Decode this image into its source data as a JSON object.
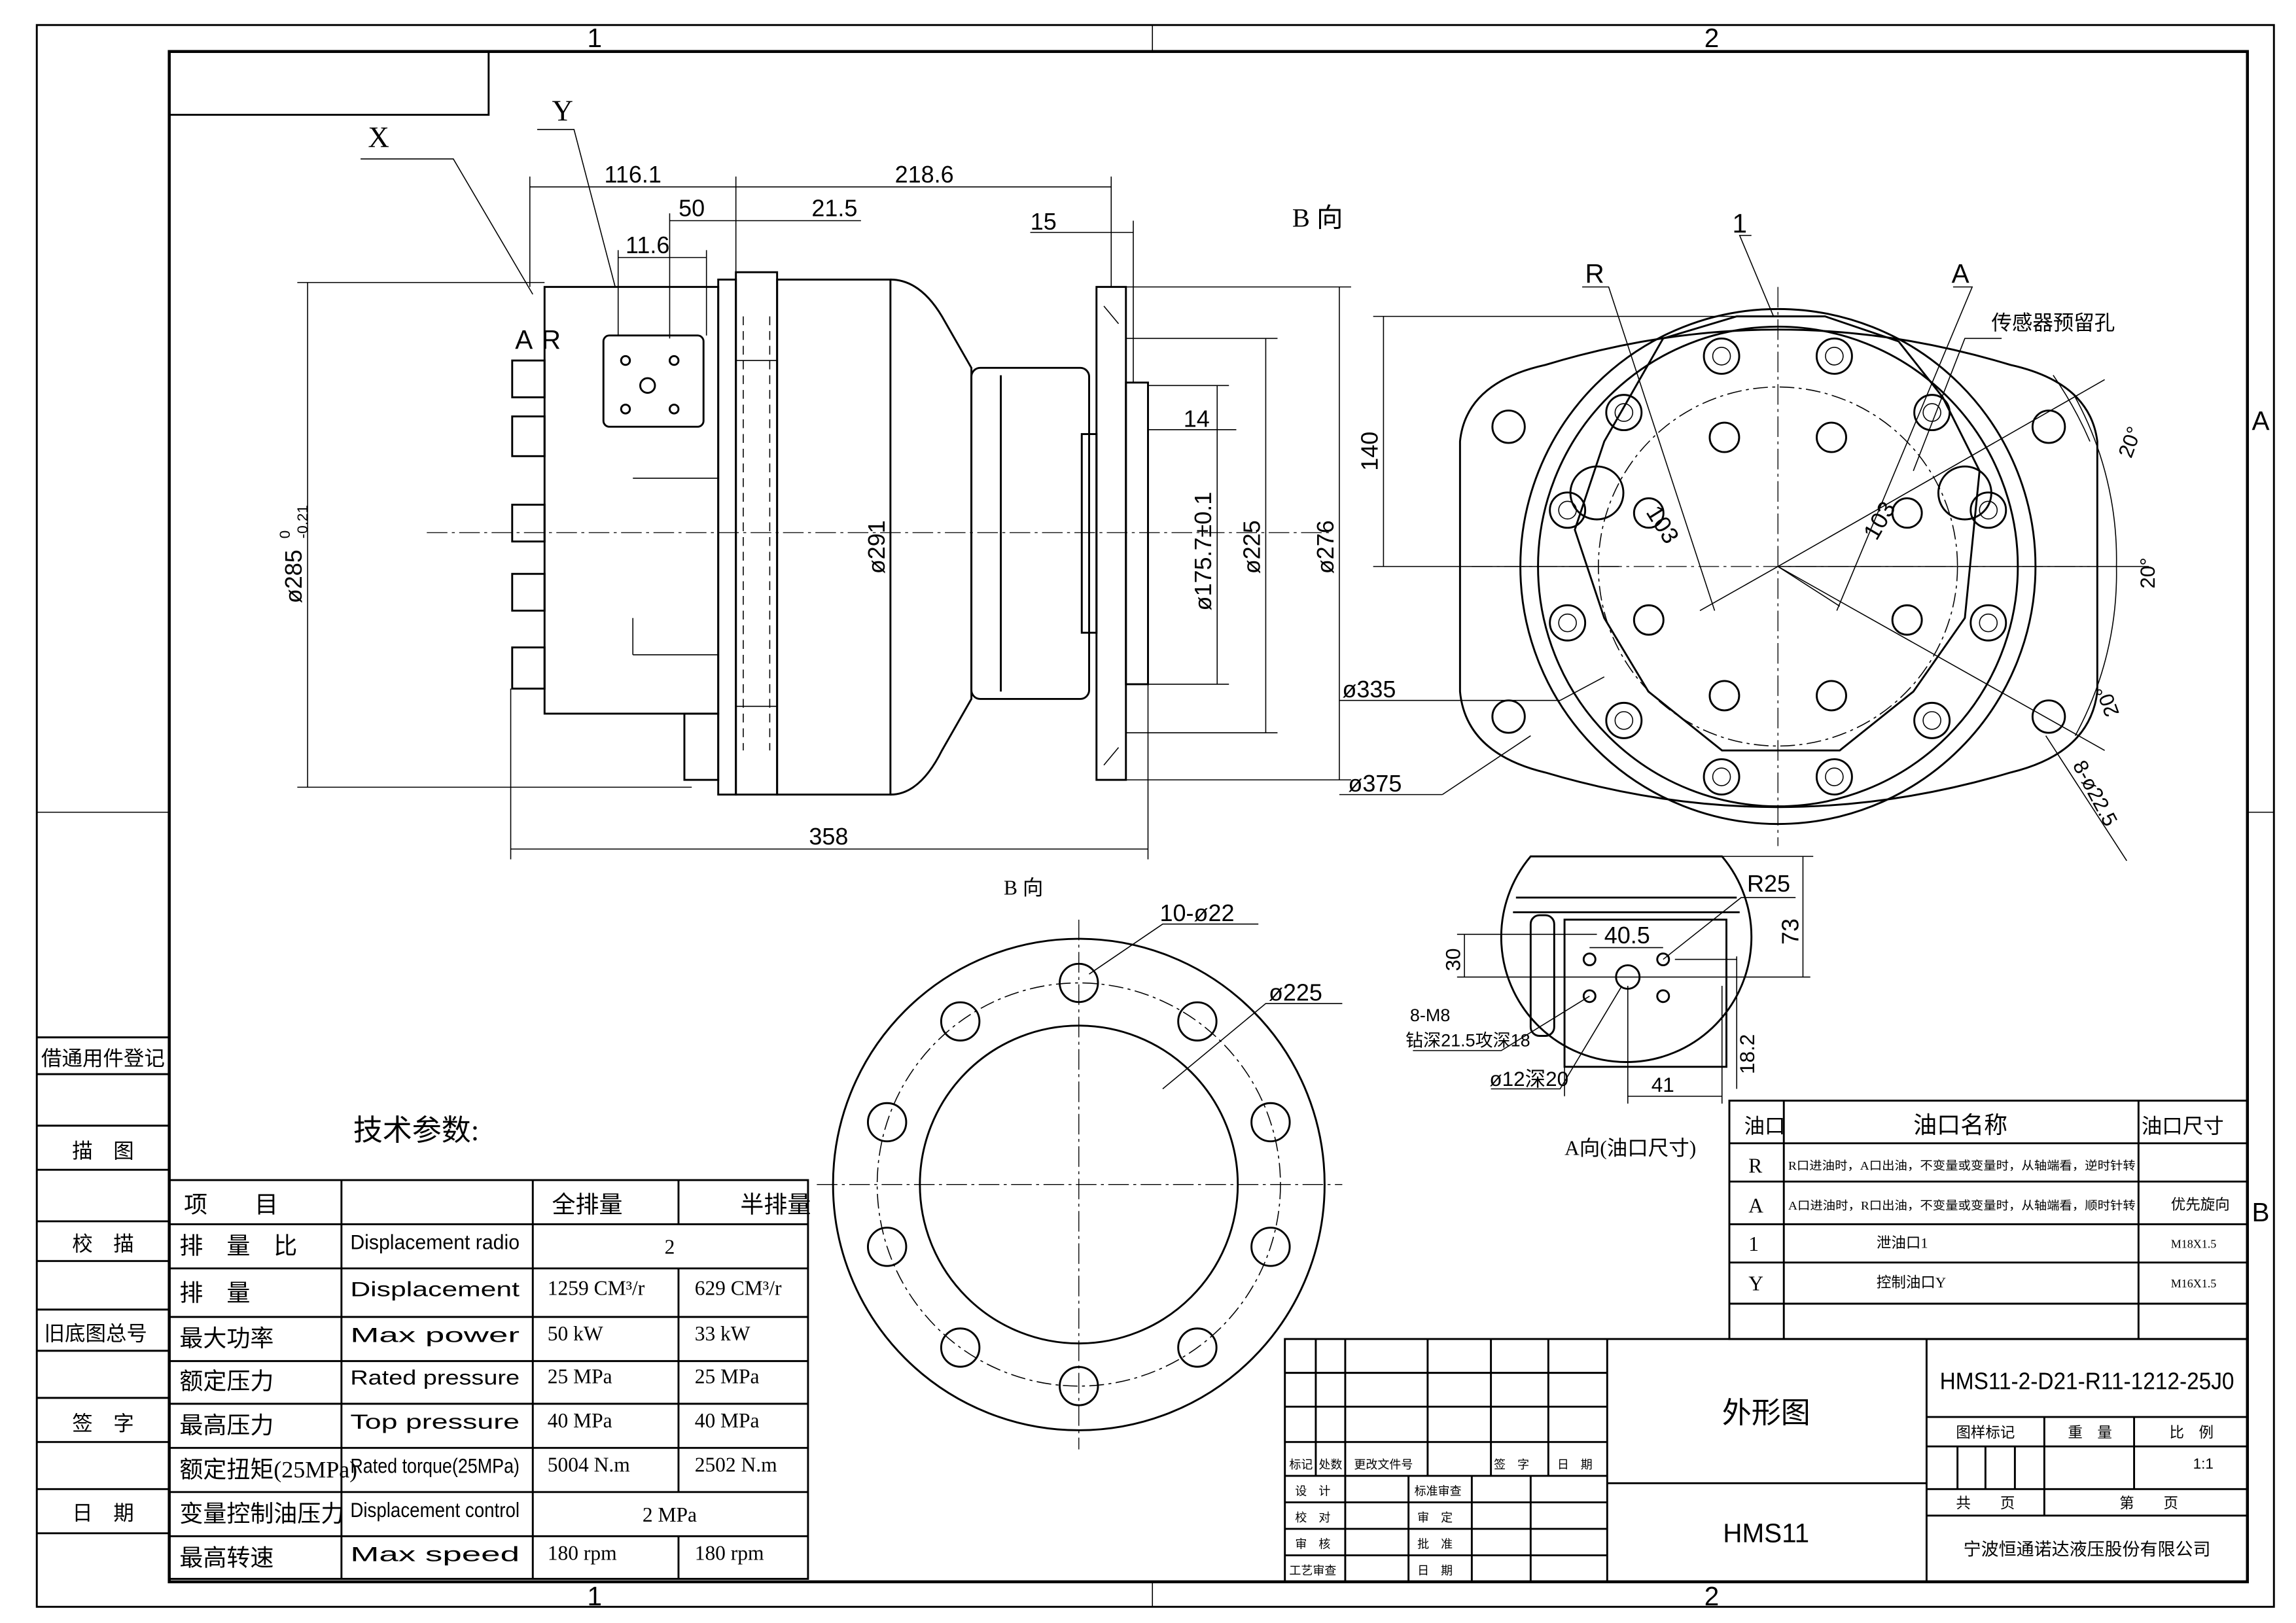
{
  "frame": {
    "zones_top": [
      "1",
      "2"
    ],
    "zones_bottom": [
      "1",
      "2"
    ],
    "zones_right": [
      "A",
      "B"
    ]
  },
  "left_strip": [
    "借通用件登记",
    "描　图",
    "校　描",
    "旧底图总号",
    "签　字",
    "日　期"
  ],
  "side_view": {
    "labels": {
      "x": "X",
      "y": "Y",
      "a": "A",
      "r": "R",
      "b_view": "B 向"
    },
    "dims": {
      "d116": "116.1",
      "d50": "50",
      "d21_5": "21.5",
      "d11_6": "11.6",
      "d218": "218.6",
      "d15": "15",
      "d14": "14",
      "d358": "358",
      "dia285": "ø285",
      "dia285_tol_up": "0",
      "dia285_tol_low": "-0.21",
      "dia291": "ø291",
      "dia175": "ø175.7±0.1",
      "dia225": "ø225",
      "dia276": "ø276"
    }
  },
  "front_view": {
    "labels": {
      "one": "1",
      "r": "R",
      "a": "A",
      "sensor": "传感器预留孔"
    },
    "dims": {
      "d140": "140",
      "d103a": "103",
      "d103b": "103",
      "ang1": "20°",
      "ang2": "20°",
      "ang3": "20°",
      "dia335": "ø335",
      "dia375": "ø375",
      "holes": "8-ø22.5"
    }
  },
  "b_view": {
    "title": "B 向",
    "holes": "10-ø22",
    "dia": "ø225",
    "hole_count": 10
  },
  "a_view": {
    "title": "A向(油口尺寸)",
    "dims": {
      "r25": "R25",
      "d40_5": "40.5",
      "d30": "30",
      "d73": "73",
      "m8": "8-M8",
      "drill": "钻深21.5攻深18",
      "dia12": "ø12深20",
      "d18_2": "18.2",
      "d41": "41"
    }
  },
  "tech": {
    "title": "技术参数:",
    "headers": [
      "项　　目",
      "",
      "全排量",
      "半排量"
    ],
    "rows": [
      {
        "cn": "排　量　比",
        "en": "Displacement radio",
        "full": "2",
        "half": null,
        "merged": true
      },
      {
        "cn": "排　量",
        "en": "Displacement",
        "full": "1259 CM³/r",
        "half": "629 CM³/r"
      },
      {
        "cn": "最大功率",
        "en": "Max power",
        "full": "50 kW",
        "half": "33 kW"
      },
      {
        "cn": "额定压力",
        "en": "Rated pressure",
        "full": "25 MPa",
        "half": "25 MPa"
      },
      {
        "cn": "最高压力",
        "en": "Top pressure",
        "full": "40 MPa",
        "half": "40 MPa"
      },
      {
        "cn": "额定扭矩(25MPa)",
        "en": "Rated torque(25MPa)",
        "full": "5004 N.m",
        "half": "2502 N.m"
      },
      {
        "cn": "变量控制油压力",
        "en": "Displacement control",
        "full": "2 MPa",
        "half": null,
        "merged": true
      },
      {
        "cn": "最高转速",
        "en": "Max speed",
        "full": "180 rpm",
        "half": "180 rpm"
      }
    ]
  },
  "ports": {
    "headers": [
      "油口",
      "油口名称",
      "油口尺寸"
    ],
    "rows": [
      {
        "port": "R",
        "name": "R口进油时，A口出油，不变量或变量时，从轴端看，逆时针转",
        "size": ""
      },
      {
        "port": "A",
        "name": "A口进油时，R口出油，不变量或变量时，从轴端看，顺时针转",
        "size": "优先旋向"
      },
      {
        "port": "1",
        "name": "泄油口1",
        "size": "M18X1.5"
      },
      {
        "port": "Y",
        "name": "控制油口Y",
        "size": "M16X1.5"
      }
    ]
  },
  "title_block": {
    "rev_headers": [
      "标记",
      "处数",
      "更改文件号",
      "签　字",
      "日　期"
    ],
    "sign_left": [
      "设　计",
      "校　对",
      "审　核",
      "工艺审查"
    ],
    "sign_right": [
      "标准审查",
      "审　定",
      "批　准",
      "日　期"
    ],
    "drawing_name": "外形图",
    "model": "HMS11",
    "part_number": "HMS11-2-D21-R11-1212-25J0",
    "marks_header": [
      "图样标记",
      "重　量",
      "比　例"
    ],
    "scale": "1:1",
    "sheets": [
      "共　　页",
      "第　　页"
    ],
    "company": "宁波恒通诺达液压股份有限公司"
  }
}
